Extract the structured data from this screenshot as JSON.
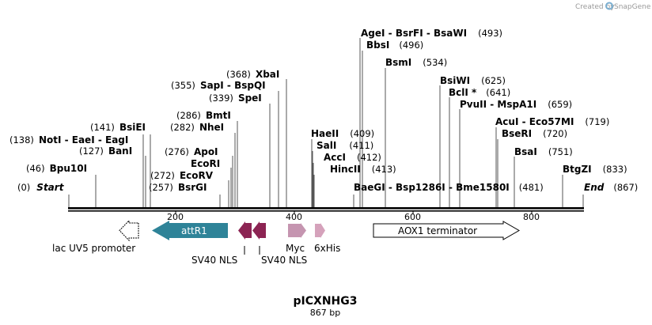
{
  "credit": {
    "text": "Created by",
    "brand": "SnapGene"
  },
  "plasmid": {
    "name": "pICXNHG3",
    "length_label": "867 bp"
  },
  "colors": {
    "attR1": "#2e8398",
    "svnls": "#8c2453",
    "myc": "#c595b0",
    "his": "#d5a2bb",
    "line": "#000000"
  },
  "scale_ticks": [
    "200",
    "400",
    "600",
    "800"
  ],
  "enzymes": [
    {
      "name": "Start",
      "pos": "(0)"
    },
    {
      "name": "Bpu10I",
      "pos": "(46)"
    },
    {
      "name": "BanI",
      "pos": "(127)"
    },
    {
      "name": "NotI - EaeI - EagI",
      "pos": "(138)"
    },
    {
      "name": "BsiEI",
      "pos": "(141)"
    },
    {
      "name": "BsrGI",
      "pos": "(257)"
    },
    {
      "name": "EcoRV",
      "pos": "(272)"
    },
    {
      "name": "EcoRI",
      "pos": ""
    },
    {
      "name": "ApoI",
      "pos": "(276)"
    },
    {
      "name": "NheI",
      "pos": "(282)"
    },
    {
      "name": "BmtI",
      "pos": "(286)"
    },
    {
      "name": "SpeI",
      "pos": "(339)"
    },
    {
      "name": "SapI - BspQI",
      "pos": "(355)"
    },
    {
      "name": "XbaI",
      "pos": "(368)"
    },
    {
      "name": "HaeII",
      "pos": "(409)"
    },
    {
      "name": "SalI",
      "pos": "(411)"
    },
    {
      "name": "AccI",
      "pos": "(412)"
    },
    {
      "name": "HincII",
      "pos": "(413)"
    },
    {
      "name": "AgeI - BsrFI - BsaWI",
      "pos": "(493)"
    },
    {
      "name": "BbsI",
      "pos": "(496)"
    },
    {
      "name": "BsmI",
      "pos": "(534)"
    },
    {
      "name": "BaeGI - Bsp1286I - Bme1580I",
      "pos": "(481)"
    },
    {
      "name": "BsiWI",
      "pos": "(625)"
    },
    {
      "name": "BclI *",
      "pos": "(641)"
    },
    {
      "name": "PvuII - MspA1I",
      "pos": "(659)"
    },
    {
      "name": "AcuI - Eco57MI",
      "pos": "(719)"
    },
    {
      "name": "BseRI",
      "pos": "(720)"
    },
    {
      "name": "BsaI",
      "pos": "(751)"
    },
    {
      "name": "BtgZI",
      "pos": "(833)"
    },
    {
      "name": "End",
      "pos": "(867)"
    }
  ],
  "features": [
    {
      "name": "lac UV5 promoter"
    },
    {
      "name": "attR1"
    },
    {
      "name": "SV40 NLS"
    },
    {
      "name": "SV40 NLS"
    },
    {
      "name": "Myc"
    },
    {
      "name": "6xHis"
    },
    {
      "name": "AOX1 terminator"
    }
  ]
}
